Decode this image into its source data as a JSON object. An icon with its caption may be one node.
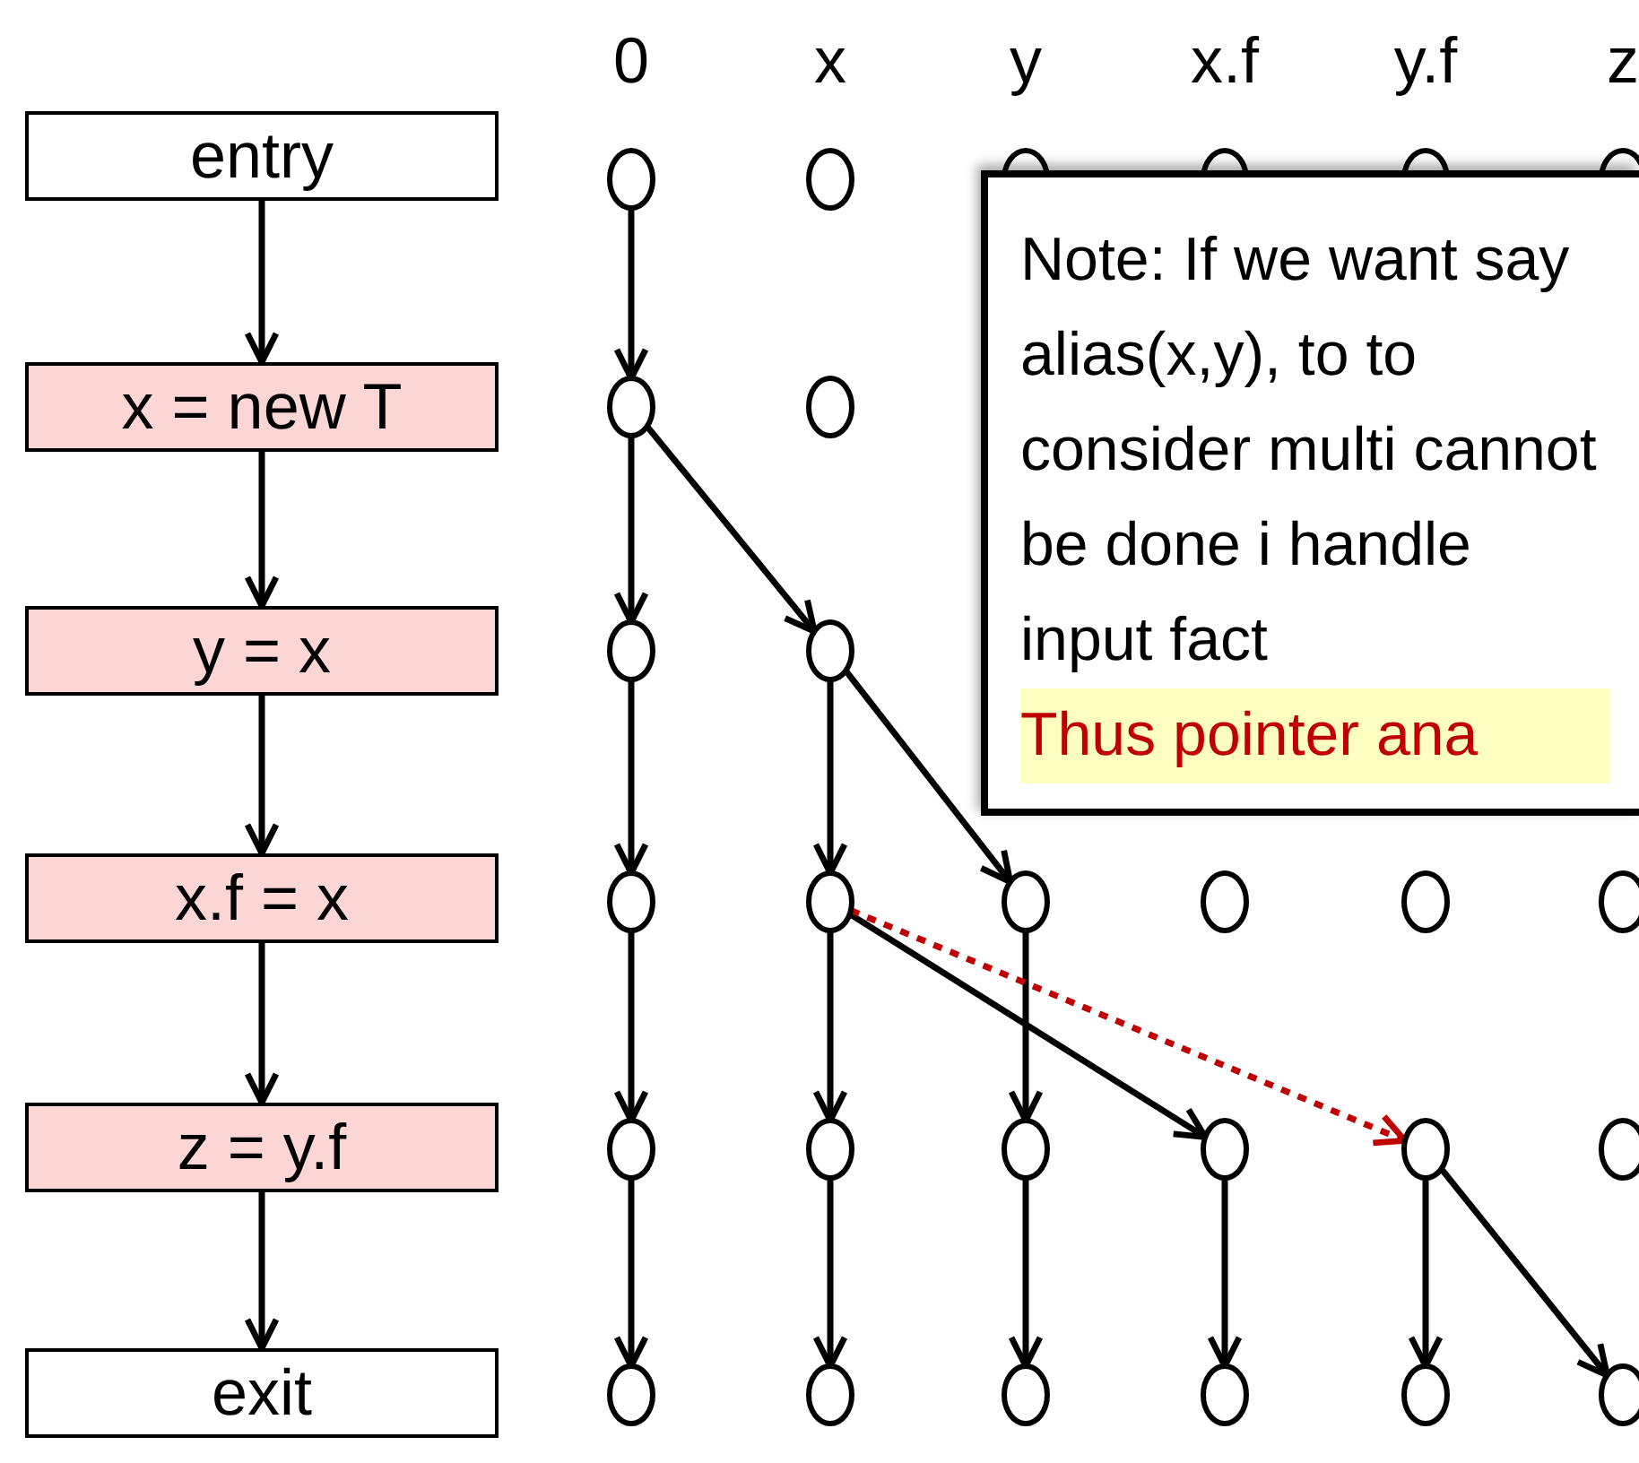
{
  "diagram": {
    "nodes": [
      {
        "text": [
          "entry"
        ]
      },
      {
        "text": [
          "x = new T"
        ]
      },
      {
        "text": [
          "y = x"
        ]
      },
      {
        "text": [
          "x.f = x"
        ]
      },
      {
        "text": [
          "z = y.f"
        ]
      },
      {
        "text": [
          "exit"
        ]
      },
      {
        "text": [],
        "shape": "circle"
      },
      {
        "text": [],
        "shape": "circle"
      },
      {
        "text": [],
        "shape": "circle"
      },
      {
        "text": [],
        "shape": "circle"
      },
      {
        "text": [],
        "shape": "circle"
      },
      {
        "text": [],
        "shape": "circle"
      },
      {
        "text": [],
        "shape": "circle"
      },
      {
        "text": [],
        "shape": "circle"
      },
      {
        "text": [],
        "shape": "circle"
      },
      {
        "text": [],
        "shape": "circle"
      },
      {
        "text": [],
        "shape": "circle"
      },
      {
        "text": [],
        "shape": "circle"
      },
      {
        "text": [],
        "shape": "circle"
      },
      {
        "text": [],
        "shape": "circle"
      },
      {
        "text": [],
        "shape": "circle"
      },
      {
        "text": [],
        "shape": "circle"
      },
      {
        "text": [],
        "shape": "circle"
      },
      {
        "text": [],
        "shape": "circle"
      },
      {
        "text": [],
        "shape": "circle"
      },
      {
        "text": [],
        "shape": "circle"
      },
      {
        "text": [],
        "shape": "circle"
      },
      {
        "text": [],
        "shape": "circle"
      },
      {
        "text": [],
        "shape": "circle"
      },
      {
        "text": [],
        "shape": "circle"
      },
      {
        "text": [],
        "shape": "circle"
      },
      {
        "text": [],
        "shape": "circle"
      },
      {
        "text": [],
        "shape": "circle"
      },
      {
        "text": [],
        "shape": "circle"
      },
      {
        "text": [
          "Note: If we want say alias(x,y), to to consider multi cannot be done i handle input fact",
          "Thus pointer ana"
        ]
      }
    ],
    "edges": [
      {
        "from": 0,
        "to": 1,
        "arrow": "to"
      },
      {
        "from": 1,
        "to": 2,
        "arrow": "to"
      },
      {
        "from": 2,
        "to": 3,
        "arrow": "to"
      },
      {
        "from": 3,
        "to": 4,
        "arrow": "to"
      },
      {
        "from": 4,
        "to": 5,
        "arrow": "to"
      },
      {
        "from": 6,
        "to": 12,
        "arrow": "to"
      },
      {
        "from": 12,
        "to": 14,
        "arrow": "to"
      },
      {
        "from": 12,
        "to": 15,
        "arrow": "to"
      },
      {
        "from": 14,
        "to": 16,
        "arrow": "to"
      },
      {
        "from": 15,
        "to": 17,
        "arrow": "to"
      },
      {
        "from": 15,
        "to": 18,
        "arrow": "to"
      },
      {
        "from": 16,
        "to": 22,
        "arrow": "to"
      },
      {
        "from": 17,
        "to": 23,
        "arrow": "to"
      },
      {
        "from": 17,
        "to": 25,
        "arrow": "to"
      },
      {
        "from": 18,
        "to": 24,
        "arrow": "to"
      },
      {
        "from": 17,
        "to": 26,
        "arrow": "to",
        "style": "dashed",
        "color": "#c00000"
      },
      {
        "from": 22,
        "to": 28,
        "arrow": "to"
      },
      {
        "from": 23,
        "to": 29,
        "arrow": "to"
      },
      {
        "from": 24,
        "to": 30,
        "arrow": "to"
      },
      {
        "from": 25,
        "to": 31,
        "arrow": "to"
      },
      {
        "from": 26,
        "to": 32,
        "arrow": "to"
      },
      {
        "from": 26,
        "to": 33,
        "arrow": "to"
      }
    ],
    "labels": [
      "0",
      "x",
      "y",
      "x.f",
      "y.f",
      "z"
    ]
  }
}
